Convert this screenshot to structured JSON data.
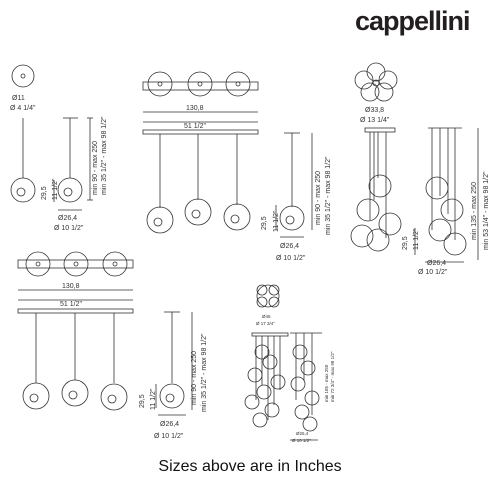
{
  "brand": "cappellini",
  "caption": "Sizes above are in Inches",
  "labels": {
    "d11": "Ø11",
    "d11_in": "Ø 4 1/4\"",
    "d264": "Ø26,4",
    "d264_in": "Ø 10 1/2\"",
    "h295": "29,5",
    "h295_in": "11 1/2\"",
    "drop_cm": "min 90 - max 250",
    "drop_in": "min 35 1/2\" - max 98 1/2\"",
    "w1308": "130,8",
    "w1308_in": "51 1/2\"",
    "d338": "Ø33,8",
    "d338_in": "Ø 13 1/4\"",
    "drop135_cm": "min 135 - max 250",
    "drop135_in": "min 53 1/4\" - max 98 1/2\"",
    "d45": "Ø45",
    "d45_in": "Ø 17 3/4\"",
    "drop185_cm": "min 185 - max 250",
    "drop185_in": "min 72 3/4\" - max 98 1/2\""
  }
}
